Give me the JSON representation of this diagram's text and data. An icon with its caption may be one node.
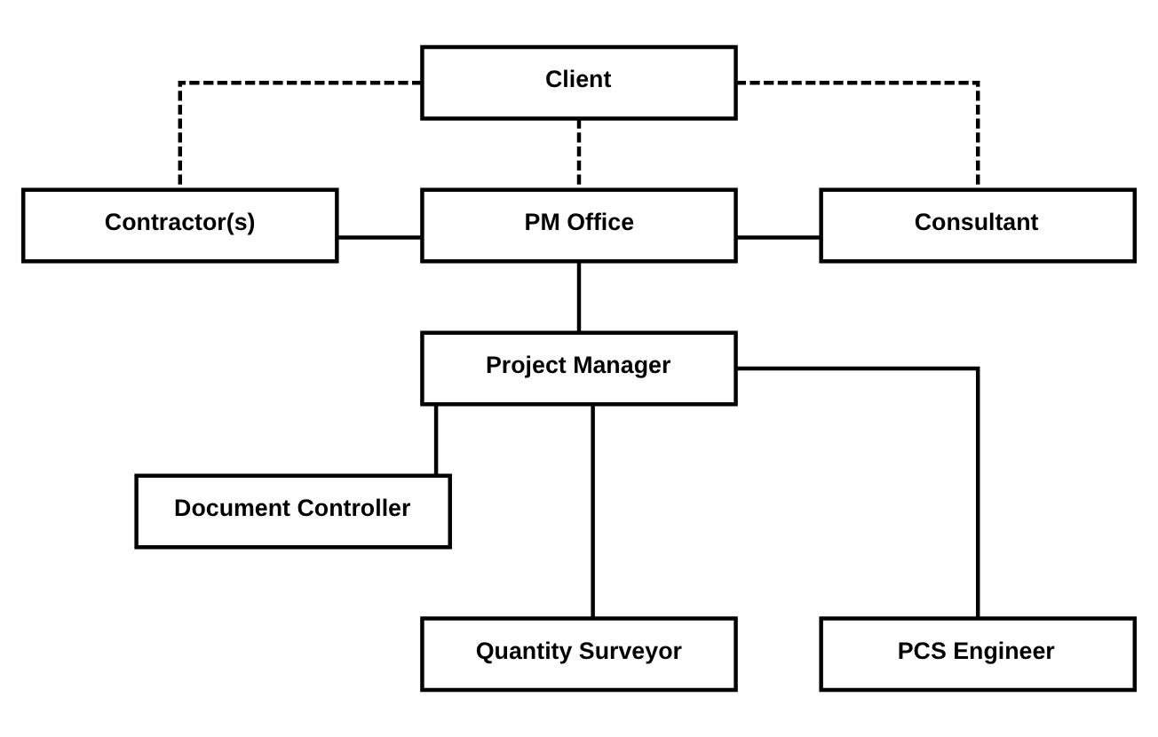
{
  "diagram": {
    "nodes": [
      {
        "text": [
          "Client"
        ]
      },
      {
        "text": [
          "Contractor(s)"
        ]
      },
      {
        "text": [
          "PM Office"
        ]
      },
      {
        "text": [
          "Consultant"
        ]
      },
      {
        "text": [
          "Project Manager"
        ]
      },
      {
        "text": [
          "Document Controller"
        ]
      },
      {
        "text": [
          "Quantity Surveyor"
        ]
      },
      {
        "text": [
          "PCS Engineer"
        ]
      }
    ],
    "edges": [
      {
        "from": 0,
        "to": 1,
        "arrow": "none",
        "style": "dashed"
      },
      {
        "from": 0,
        "to": 2,
        "arrow": "none",
        "style": "dashed"
      },
      {
        "from": 0,
        "to": 3,
        "arrow": "none",
        "style": "dashed"
      },
      {
        "from": 1,
        "to": 2,
        "arrow": "none"
      },
      {
        "from": 2,
        "to": 3,
        "arrow": "none"
      },
      {
        "from": 2,
        "to": 4,
        "arrow": "none"
      },
      {
        "from": 4,
        "to": 5,
        "arrow": "none"
      },
      {
        "from": 4,
        "to": 6,
        "arrow": "none"
      },
      {
        "from": 4,
        "to": 7,
        "arrow": "none"
      }
    ]
  }
}
